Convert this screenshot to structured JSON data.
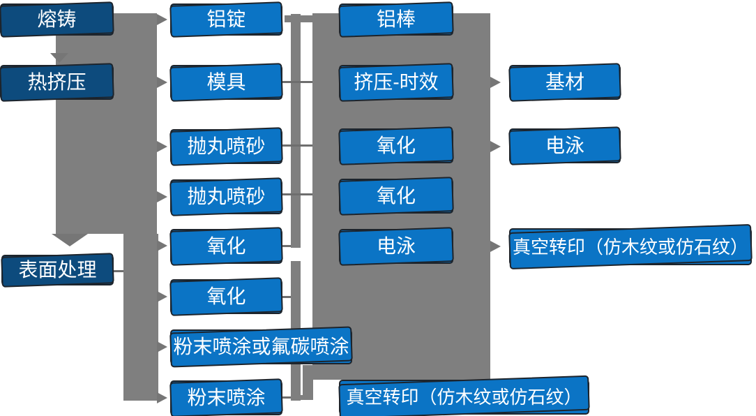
{
  "diagram": {
    "type": "process-flowchart",
    "language": "zh-CN",
    "topic": "aluminum profile production and surface treatment flow"
  },
  "colors": {
    "node_blue": "#0b74c5",
    "node_navy": "#0d4b7d",
    "node_border": "#1d242c",
    "connector_gray": "#7f7f7f",
    "connector_line": "#6e6e6e",
    "arrow_gray": "#767676",
    "text": "#ffffff",
    "background": "#ffffff"
  },
  "nodes": {
    "col1": [
      "熔铸",
      "热挤压",
      "表面处理"
    ],
    "col2": [
      "铝锭",
      "模具",
      "抛丸喷砂",
      "抛丸喷砂",
      "氧化",
      "氧化",
      "粉末喷涂或氟碳喷涂",
      "粉末喷涂"
    ],
    "col3": [
      "铝棒",
      "挤压-时效",
      "氧化",
      "氧化",
      "电泳",
      "真空转印（仿木纹或仿石纹）"
    ],
    "col4": [
      "基材",
      "电泳",
      "真空转印（仿木纹或仿石纹）"
    ]
  }
}
